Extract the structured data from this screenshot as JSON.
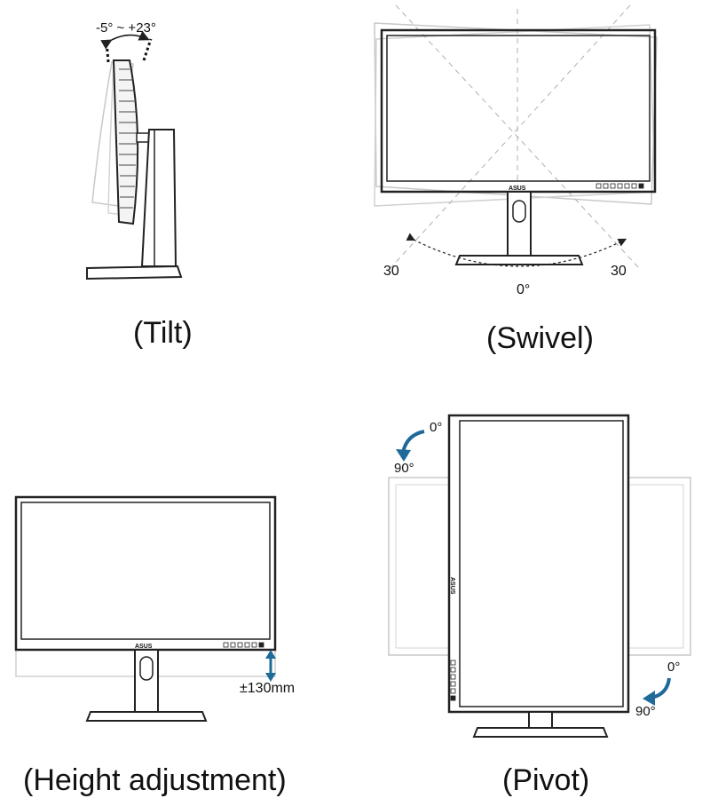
{
  "tilt": {
    "caption": "(Tilt)",
    "range_label": "-5° ~ +23°"
  },
  "swivel": {
    "caption": "(Swivel)",
    "left_angle": "30",
    "right_angle": "30",
    "center_angle": "0°",
    "brand": "ASUS"
  },
  "height": {
    "caption": "(Height adjustment)",
    "range_label": "±130mm",
    "brand": "ASUS"
  },
  "pivot": {
    "caption": "(Pivot)",
    "top_start": "0°",
    "top_end": "90°",
    "bottom_start": "0°",
    "bottom_end": "90°",
    "brand": "ASUS"
  },
  "colors": {
    "line": "#222222",
    "ghost": "#c8c8c8",
    "guide": "#b0b0b0",
    "arrow": "#1f6a99"
  },
  "icons": [
    "curved-arrow-icon",
    "double-arrow-icon",
    "dashed-arc-icon"
  ]
}
